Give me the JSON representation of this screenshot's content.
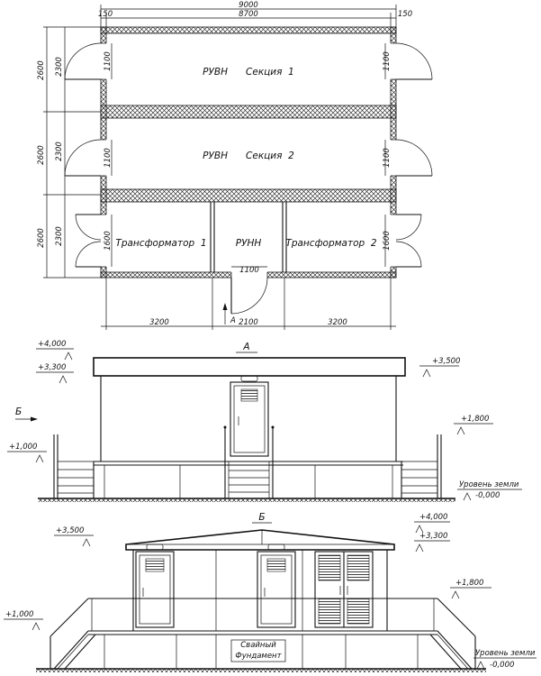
{
  "plan": {
    "total_width": "9000",
    "inner_width": "8700",
    "edge_left": "150",
    "edge_right": "150",
    "row_heights": [
      "2600",
      "2600",
      "2600"
    ],
    "row_inner": [
      "2300",
      "2300",
      "2300"
    ],
    "door_widths": [
      "1100",
      "1100",
      "1100",
      "1100",
      "1600",
      "1600"
    ],
    "bottom_door": "1100",
    "bottom_dims": [
      "3200",
      "2100",
      "3200"
    ],
    "view_a_marker": "A",
    "rooms": {
      "section1": "РУВН      Секция  1",
      "section2": "РУВН      Секция  2",
      "trans1": "Трансформатор  1",
      "runn": "РУНН",
      "trans2": "Трансформатор  2"
    }
  },
  "elevation_a": {
    "title": "А",
    "view_b_marker": "Б",
    "levels": {
      "top": "+4,000",
      "mid": "+3,300",
      "roof": "+3,500",
      "door_top": "+1,800",
      "floor": "+1,000",
      "ground_label": "Уровень земли",
      "ground": "-0,000"
    }
  },
  "elevation_b": {
    "title": "Б",
    "levels": {
      "roof": "+3,500",
      "top": "+4,000",
      "mid": "+3,300",
      "door_top": "+1,800",
      "floor": "+1,000",
      "ground_label": "Уровень земли",
      "ground": "-0,000"
    },
    "foundation_line1": "Свайный",
    "foundation_line2": "Фундамент"
  }
}
